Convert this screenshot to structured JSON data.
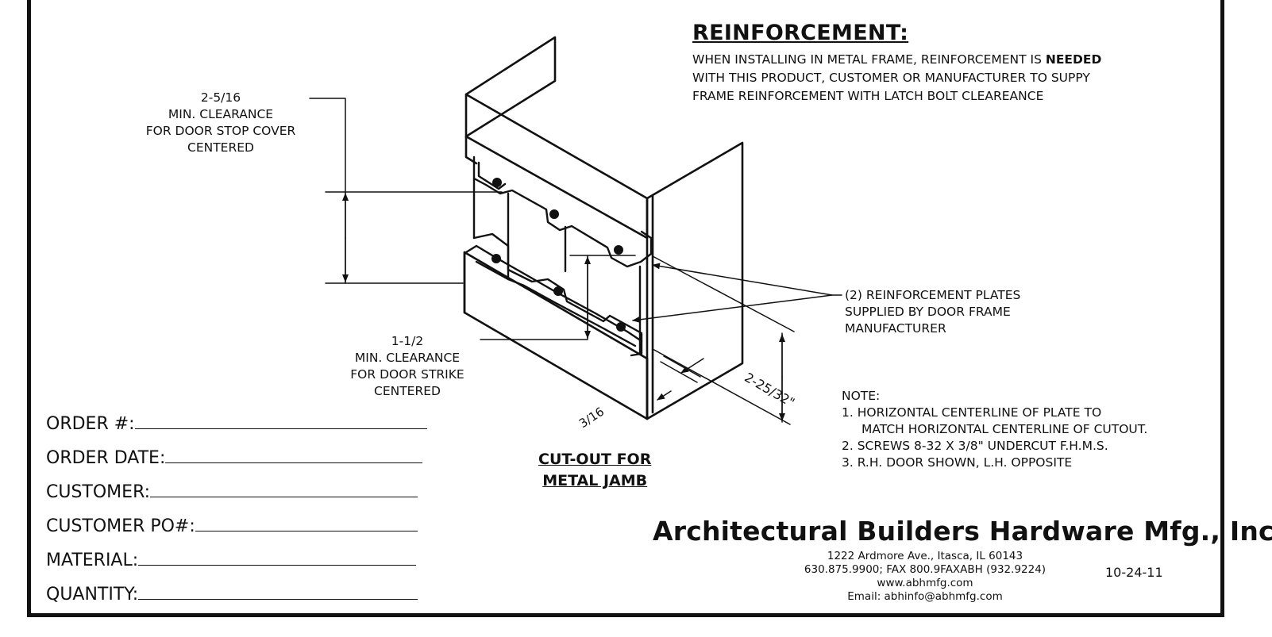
{
  "reinforcement": {
    "title": "REINFORCEMENT:",
    "line1_prefix": "WHEN INSTALLING IN METAL FRAME, REINFORCEMENT IS ",
    "line1_bold": "NEEDED",
    "line2": "WITH THIS PRODUCT, CUSTOMER OR MANUFACTURER TO SUPPY",
    "line3": "FRAME REINFORCEMENT WITH LATCH BOLT CLEAREANCE"
  },
  "dimensions": {
    "top_clearance": [
      "2-5/16",
      "MIN. CLEARANCE",
      "FOR DOOR STOP COVER",
      "CENTERED"
    ],
    "strike_clearance": [
      "1-1/2",
      "MIN. CLEARANCE",
      "FOR DOOR STRIKE",
      "CENTERED"
    ],
    "depth": "2-25/32\"",
    "lip": "3/16"
  },
  "plates_callout": [
    "(2) REINFORCEMENT PLATES",
    "SUPPLIED BY DOOR FRAME",
    "MANUFACTURER"
  ],
  "notes": {
    "title": "NOTE:",
    "items": [
      "1. HORIZONTAL CENTERLINE OF PLATE TO",
      "MATCH HORIZONTAL CENTERLINE OF CUTOUT.",
      "2. SCREWS 8-32 X 3/8\" UNDERCUT F.H.M.S.",
      "3. R.H. DOOR SHOWN, L.H. OPPOSITE"
    ]
  },
  "caption": [
    "CUT-OUT FOR",
    "METAL JAMB"
  ],
  "form": {
    "order_no": "ORDER #:",
    "order_date": "ORDER DATE:",
    "customer": "CUSTOMER:",
    "customer_po": "CUSTOMER PO#:",
    "material": "MATERIAL:",
    "quantity": "QUANTITY:"
  },
  "company": {
    "name": "Architectural Builders Hardware Mfg., Inc.",
    "address": "1222 Ardmore Ave., Itasca, IL 60143",
    "phone": "630.875.9900; FAX 800.9FAXABH (932.9224)",
    "web": "www.abhmfg.com",
    "email": "Email: abhinfo@abhmfg.com"
  },
  "revision_date": "10-24-11"
}
